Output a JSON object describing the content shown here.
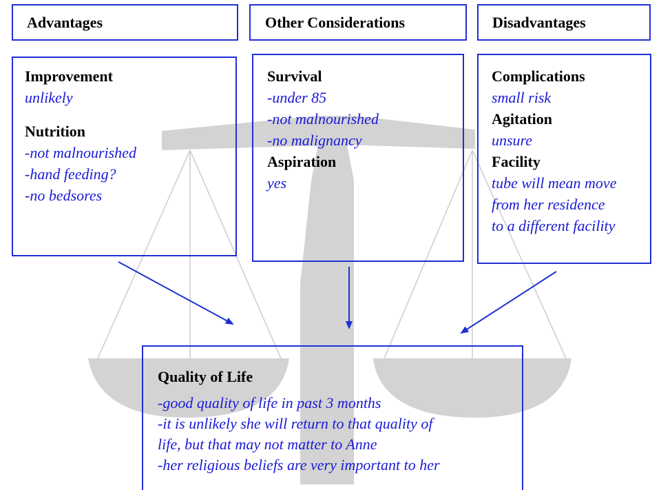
{
  "headers": {
    "advantages": "Advantages",
    "other": "Other Considerations",
    "disadvantages": "Disadvantages"
  },
  "advantages": {
    "improvement": {
      "title": "Improvement",
      "lines": [
        "unlikely"
      ]
    },
    "nutrition": {
      "title": "Nutrition",
      "lines": [
        "-not malnourished",
        "-hand feeding?",
        "-no bedsores"
      ]
    }
  },
  "other": {
    "survival": {
      "title": "Survival",
      "lines": [
        "-under 85",
        "-not malnourished",
        "-no malignancy"
      ]
    },
    "aspiration": {
      "title": "Aspiration",
      "lines": [
        "yes"
      ]
    }
  },
  "disadvantages": {
    "complications": {
      "title": "Complications",
      "lines": [
        "small risk"
      ]
    },
    "agitation": {
      "title": "Agitation",
      "lines": [
        "unsure"
      ]
    },
    "facility": {
      "title": "Facility",
      "lines": [
        "tube will mean move",
        "from her residence",
        "to a different facility"
      ]
    }
  },
  "quality": {
    "title": "Quality of Life",
    "lines": [
      "-good quality of life in past 3 months",
      "-it is unlikely she will return to that quality of",
      "life, but that may not matter to Anne",
      "-her religious beliefs are very important to her"
    ]
  },
  "colors": {
    "border": "#1f2fd4",
    "italic_text": "#1a1ad6",
    "scale": "#d3d3d3",
    "string": "#cfcfcf"
  }
}
